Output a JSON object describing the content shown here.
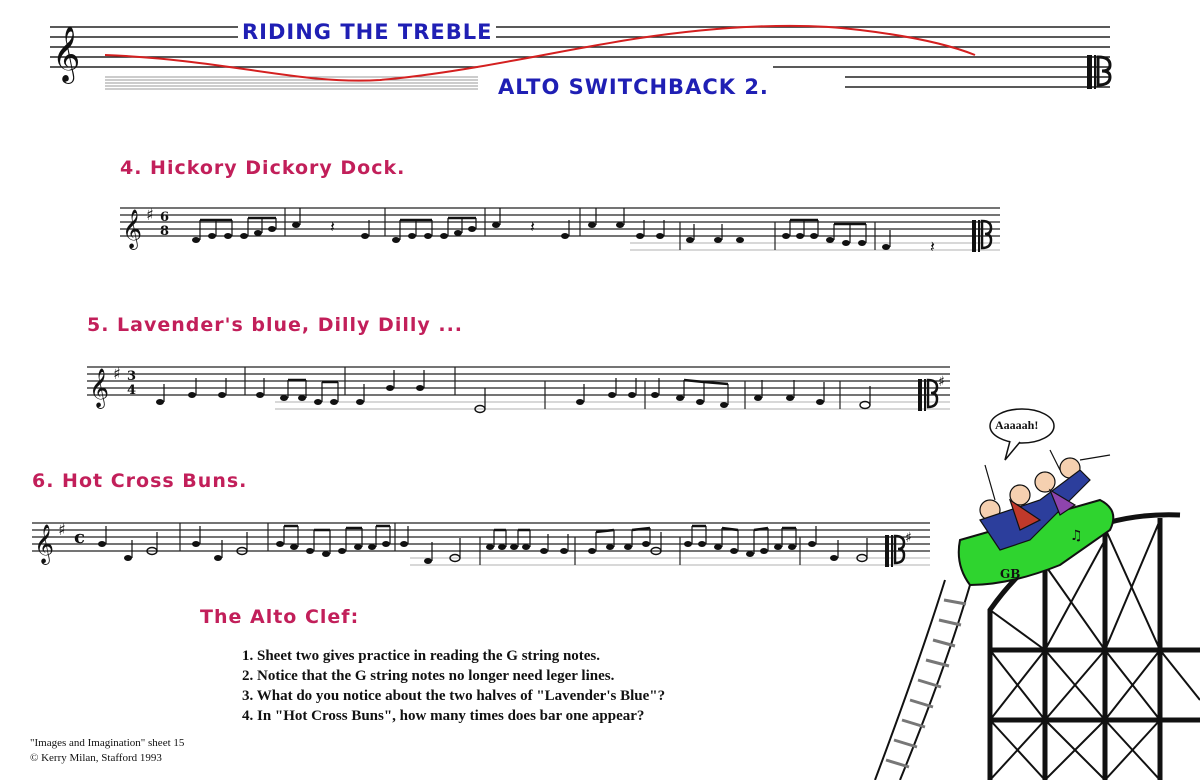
{
  "banner": {
    "title": "RIDING THE TREBLE",
    "subtitle": "ALTO SWITCHBACK  2."
  },
  "songs": [
    {
      "title": "4. Hickory Dickory Dock.",
      "time_signature": "6/8",
      "key": "G"
    },
    {
      "title": "5. Lavender's blue, Dilly Dilly ...",
      "time_signature": "3/4",
      "key": "G"
    },
    {
      "title": "6. Hot Cross Buns.",
      "time_signature": "C",
      "key": "G"
    }
  ],
  "alto_clef": {
    "heading": "The Alto Clef:",
    "questions": [
      "1. Sheet two gives practice in reading the G string notes.",
      "2. Notice that the G string notes no longer need leger lines.",
      "3. What do you notice about the two halves of \"Lavender's Blue\"?",
      "4. In \"Hot Cross Buns\", how many times does bar one appear?"
    ]
  },
  "credit": {
    "line1": "\"Images and Imagination\" sheet 15",
    "line2": "© Kerry Milan, Stafford 1993"
  },
  "illustration": {
    "speech_bubble": "Aaaaah!",
    "car_label": "GB"
  },
  "colors": {
    "title_blue": "#1f1fb4",
    "heading_red": "#c21f5a",
    "track_red": "#d42020",
    "car_green": "#2fd42f"
  }
}
